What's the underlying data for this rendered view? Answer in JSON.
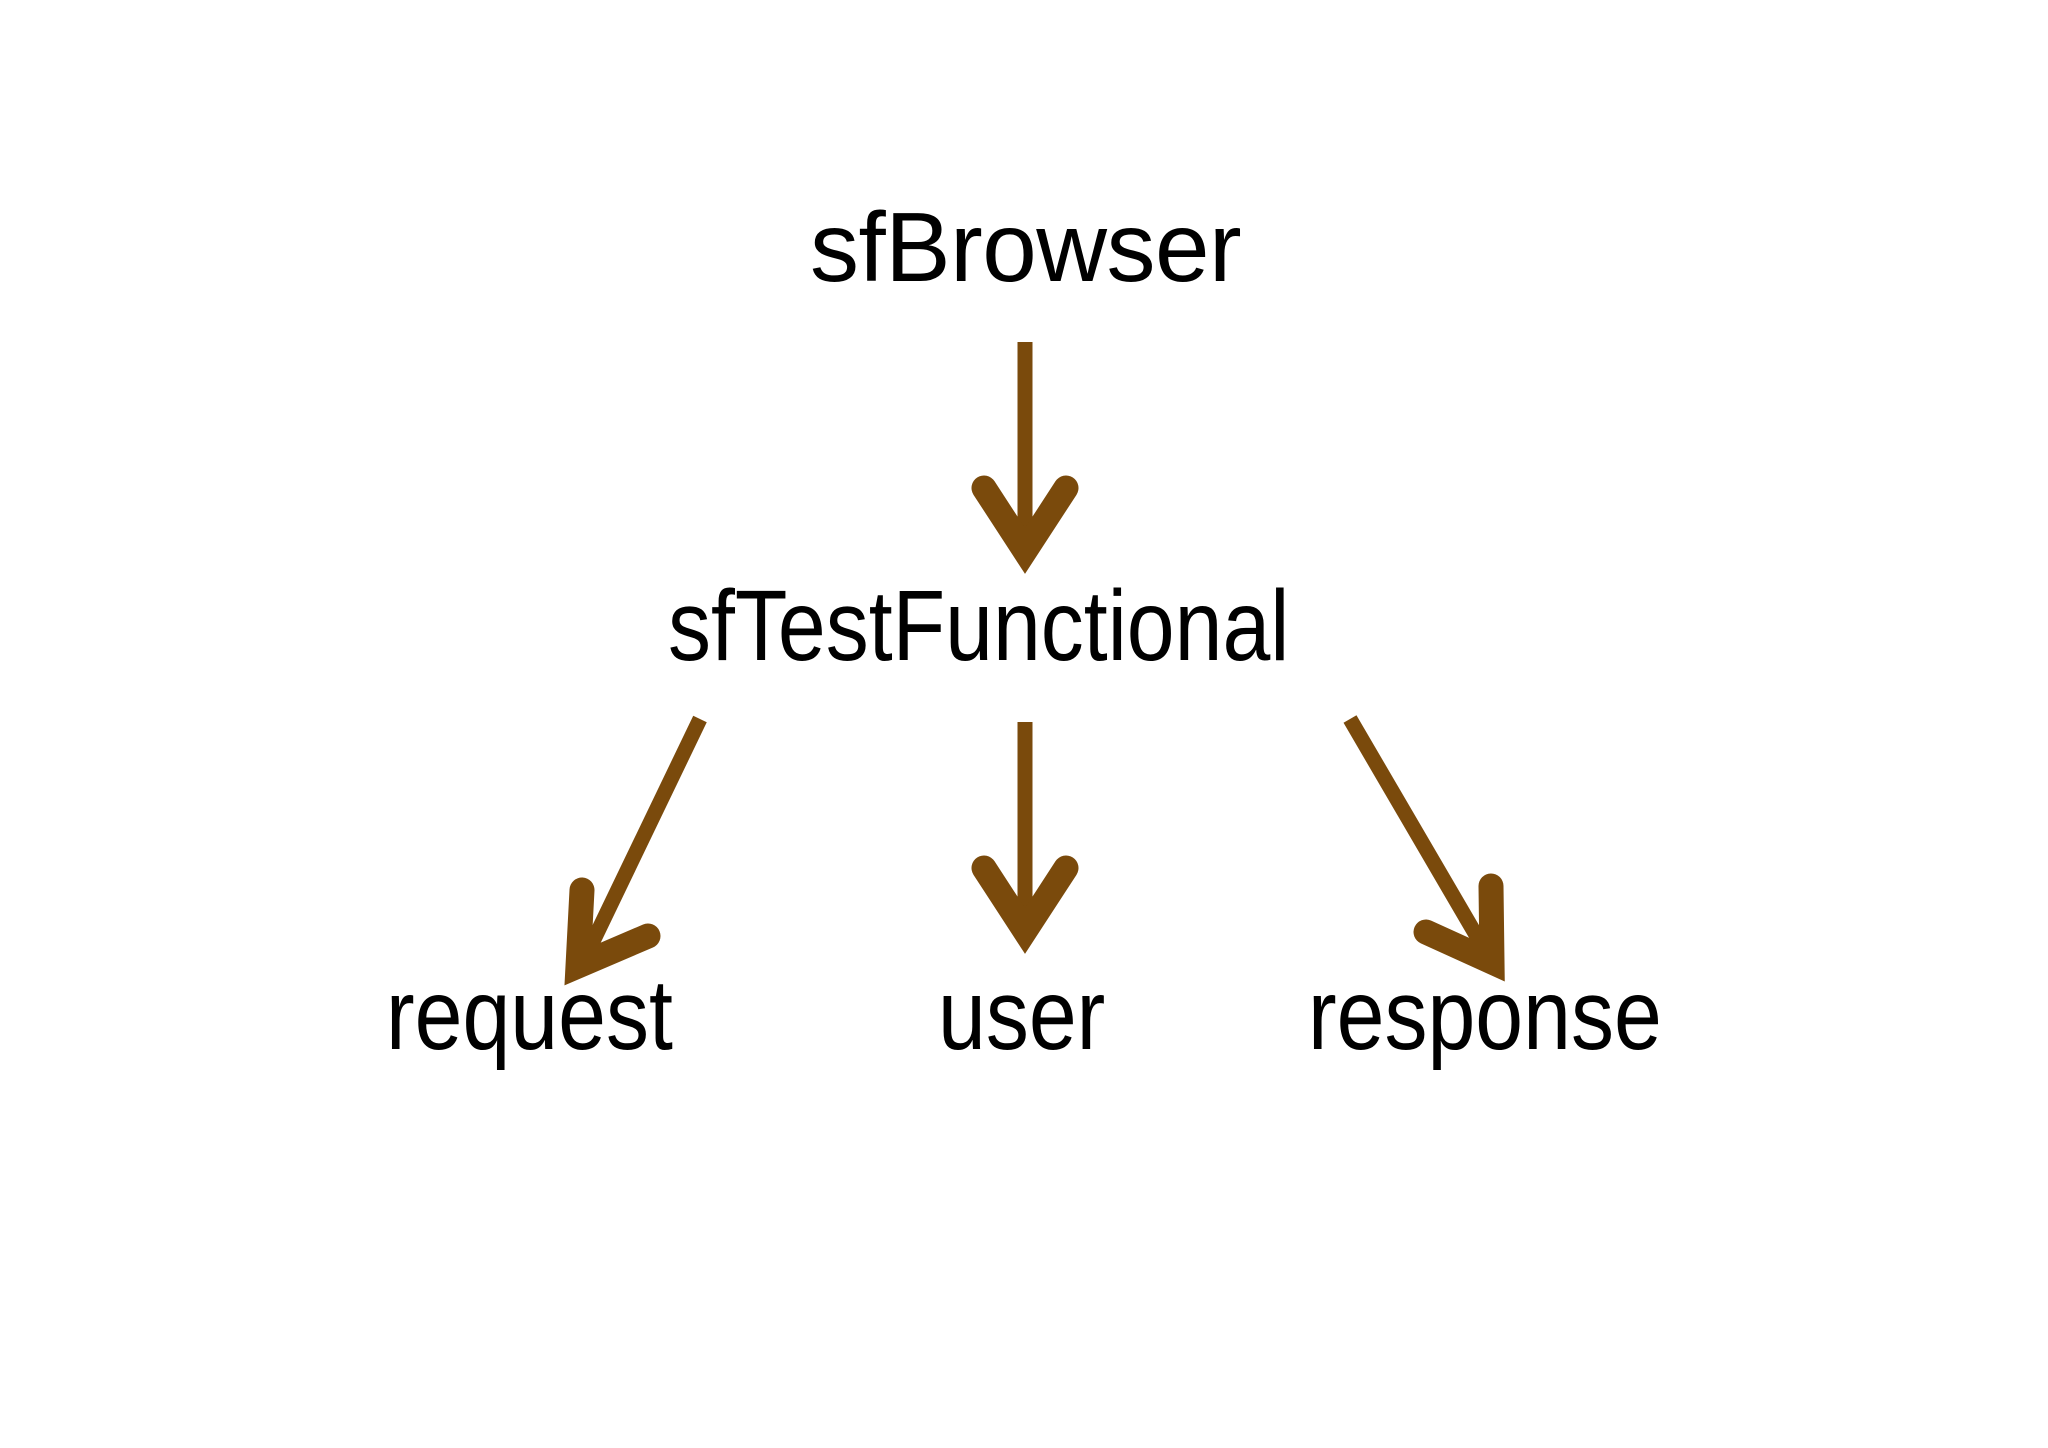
{
  "diagram": {
    "title": "sfBrowser class relationship diagram",
    "background_color": "#ffffff",
    "arrow_color": "#7a4a0c",
    "text_color": "#000000",
    "nodes": {
      "root": {
        "label": "sfBrowser"
      },
      "level2": {
        "label": "sfTestFunctional"
      },
      "leaves": [
        {
          "label": "request"
        },
        {
          "label": "user"
        },
        {
          "label": "response"
        }
      ]
    },
    "edges": [
      {
        "from": "sfBrowser",
        "to": "sfTestFunctional",
        "direction": "down",
        "icon": "arrow-down-icon"
      },
      {
        "from": "sfTestFunctional",
        "to": "request",
        "direction": "down-left",
        "icon": "arrow-down-left-icon"
      },
      {
        "from": "sfTestFunctional",
        "to": "user",
        "direction": "down",
        "icon": "arrow-down-icon"
      },
      {
        "from": "sfTestFunctional",
        "to": "response",
        "direction": "down-right",
        "icon": "arrow-down-right-icon"
      }
    ]
  }
}
